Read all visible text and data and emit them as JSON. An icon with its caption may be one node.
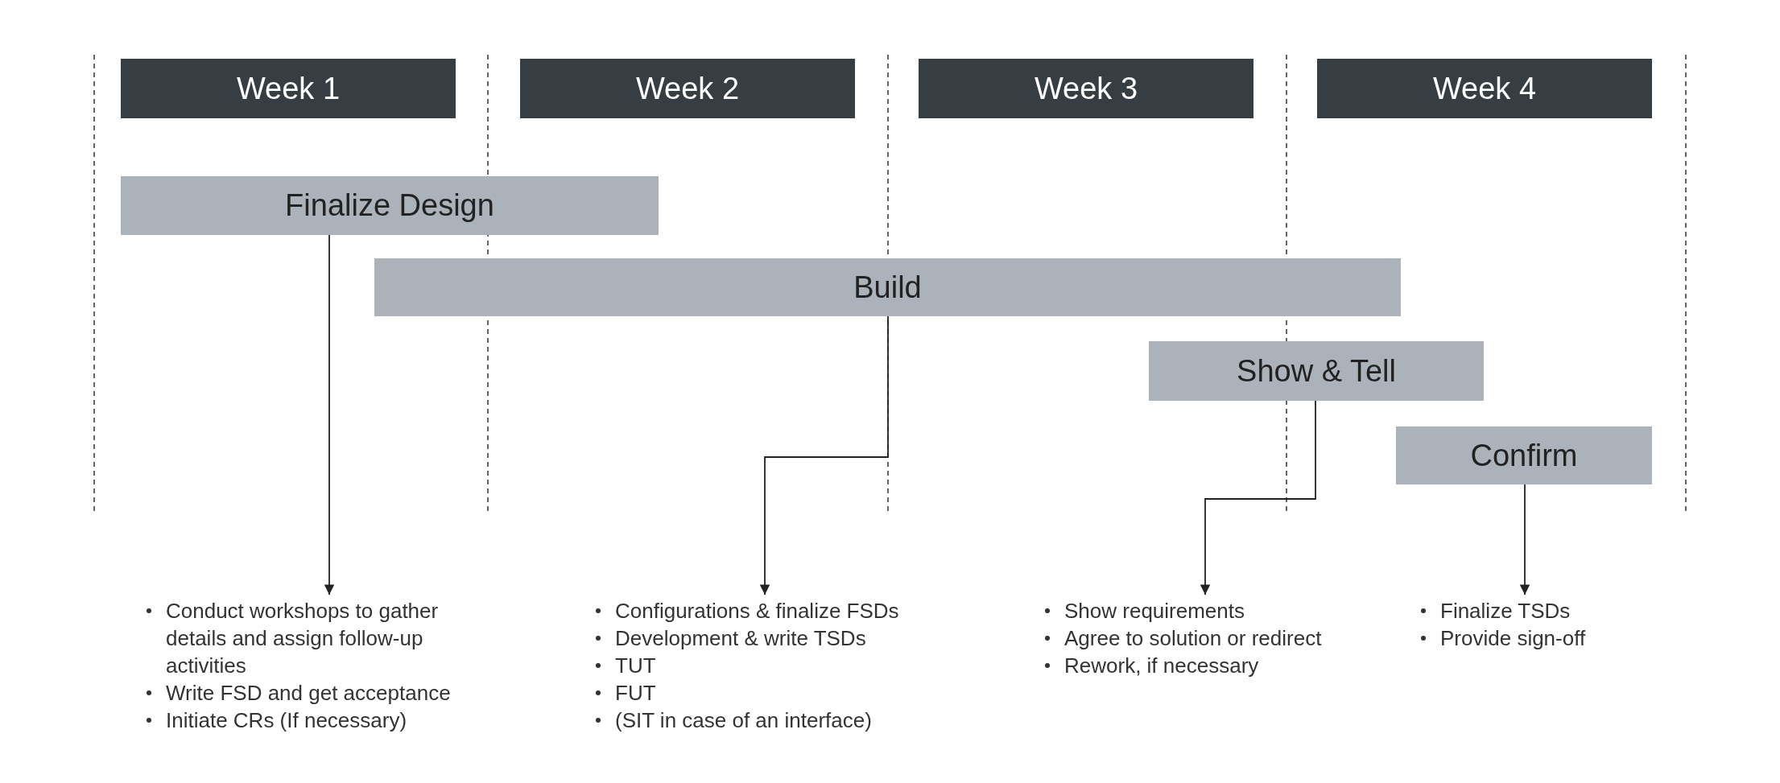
{
  "diagram": {
    "nodes": [
      {
        "text": [
          "Week 1"
        ]
      },
      {
        "text": [
          "Week 2"
        ]
      },
      {
        "text": [
          "Week 3"
        ]
      },
      {
        "text": [
          "Week 4"
        ]
      },
      {
        "text": [
          "Finalize Design"
        ]
      },
      {
        "text": [
          "Build"
        ]
      },
      {
        "text": [
          "Show & Tell"
        ]
      },
      {
        "text": [
          "Confirm"
        ]
      },
      {
        "text": [
          "Conduct workshops to gather details and assign follow-up activities",
          "Write FSD and get acceptance",
          "Initiate CRs (If necessary)"
        ]
      },
      {
        "text": [
          "Configurations & finalize FSDs",
          "Development & write TSDs",
          "TUT",
          "FUT",
          "(SIT in case of an interface)"
        ]
      },
      {
        "text": [
          "Show requirements",
          "Agree to solution or redirect",
          "Rework, if necessary"
        ]
      },
      {
        "text": [
          "Finalize TSDs",
          "Provide sign-off"
        ]
      }
    ],
    "edges": [
      {
        "from": 4,
        "to": 8,
        "arrow": "to"
      },
      {
        "from": 5,
        "to": 9,
        "arrow": "to"
      },
      {
        "from": 6,
        "to": 10,
        "arrow": "to"
      },
      {
        "from": 7,
        "to": 11,
        "arrow": "to"
      }
    ]
  }
}
